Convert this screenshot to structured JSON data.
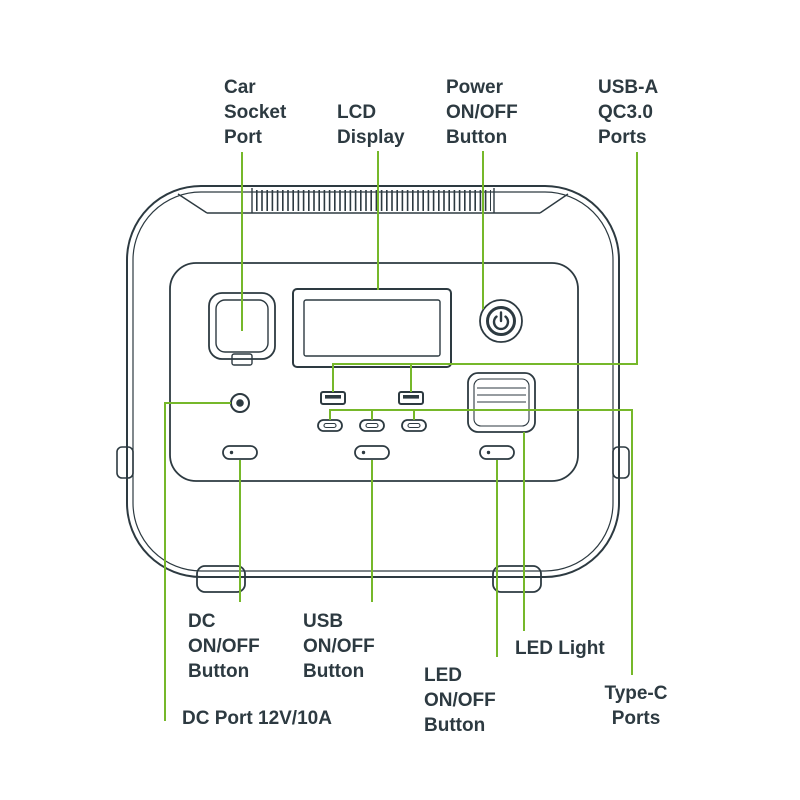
{
  "colors": {
    "ink": "#2d3a41",
    "callout": "#76b82a",
    "background": "#ffffff"
  },
  "labels": {
    "car_socket_port": {
      "lines": [
        "Car",
        "Socket",
        "Port"
      ]
    },
    "lcd_display": {
      "lines": [
        "LCD",
        "Display"
      ]
    },
    "power_onoff_button": {
      "lines": [
        "Power",
        "ON/OFF",
        "Button"
      ]
    },
    "usb_a_qc3_ports": {
      "lines": [
        "USB-A",
        "QC3.0",
        "Ports"
      ]
    },
    "dc_onoff_button": {
      "lines": [
        "DC",
        "ON/OFF",
        "Button"
      ]
    },
    "usb_onoff_button": {
      "lines": [
        "USB",
        "ON/OFF",
        "Button"
      ]
    },
    "led_onoff_button": {
      "lines": [
        "LED",
        "ON/OFF",
        "Button"
      ]
    },
    "led_light": {
      "lines": [
        "LED Light"
      ]
    },
    "dc_port": {
      "lines": [
        "DC Port 12V/10A"
      ]
    },
    "type_c_ports": {
      "lines": [
        "Type-C",
        "Ports"
      ]
    }
  }
}
